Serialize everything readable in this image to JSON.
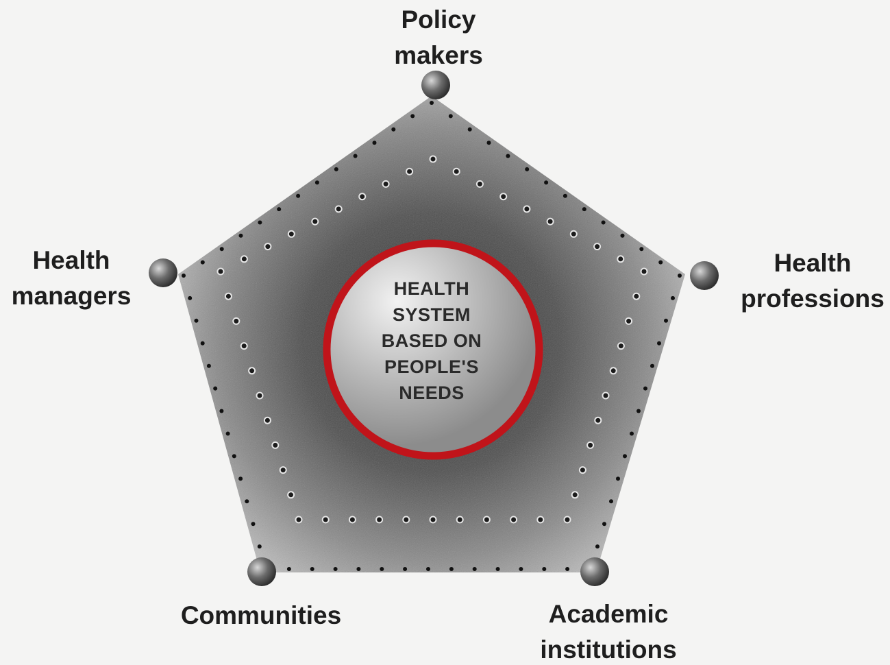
{
  "center": {
    "lines": [
      "HEALTH",
      "SYSTEM",
      "BASED ON",
      "PEOPLE'S",
      "NEEDS"
    ],
    "ring_color": "#c0141a"
  },
  "stakeholders": {
    "policy_makers": [
      "Policy",
      "makers"
    ],
    "health_professions": [
      "Health",
      "professions"
    ],
    "academic_institutions": [
      "Academic",
      "institutions"
    ],
    "communities": [
      "Communities"
    ],
    "health_managers": [
      "Health",
      "managers"
    ]
  },
  "colors": {
    "pentagon_dark": "#3f3f3f",
    "pentagon_light": "#bdbdbd",
    "dot": "#111111"
  }
}
